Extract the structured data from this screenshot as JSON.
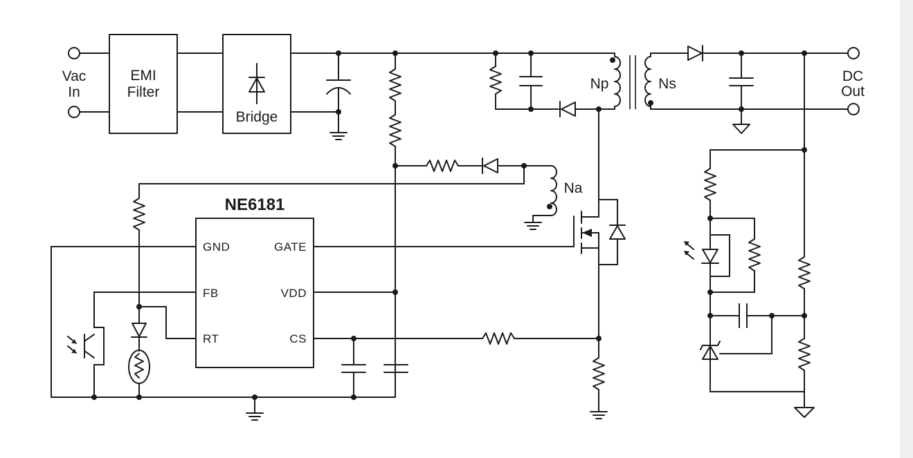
{
  "labels": {
    "vac_line1": "Vac",
    "vac_line2": "In",
    "emi_line1": "EMI",
    "emi_line2": "Filter",
    "bridge": "Bridge",
    "np": "Np",
    "ns": "Ns",
    "na": "Na",
    "dc_line1": "DC",
    "dc_line2": "Out",
    "chip_name": "NE6181"
  },
  "pins": {
    "gnd": "GND",
    "fb": "FB",
    "rt": "RT",
    "gate": "GATE",
    "vdd": "VDD",
    "cs": "CS"
  },
  "colors": {
    "ink": "#1a1a1a",
    "background": "#ffffff",
    "scrollbar": "#f0f0f0"
  }
}
